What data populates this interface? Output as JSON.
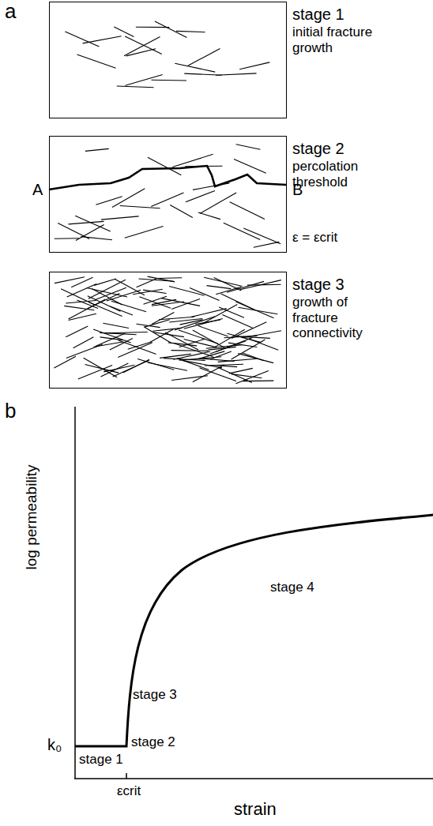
{
  "diagram": {
    "nodes": [
      {
        "text": [
          "stage 1",
          "initial fracture growth"
        ]
      },
      {
        "text": [
          "stage 2",
          "percolation threshold",
          "A",
          "B",
          "ε = εcrit"
        ]
      },
      {
        "text": [
          "stage 3",
          "growth of fracture connectivity"
        ]
      }
    ],
    "labels": [
      "a",
      "b",
      "log permeability",
      "k₀",
      "strain",
      "εcrit",
      "stage 1",
      "stage 2",
      "stage 3",
      "stage 4"
    ]
  }
}
